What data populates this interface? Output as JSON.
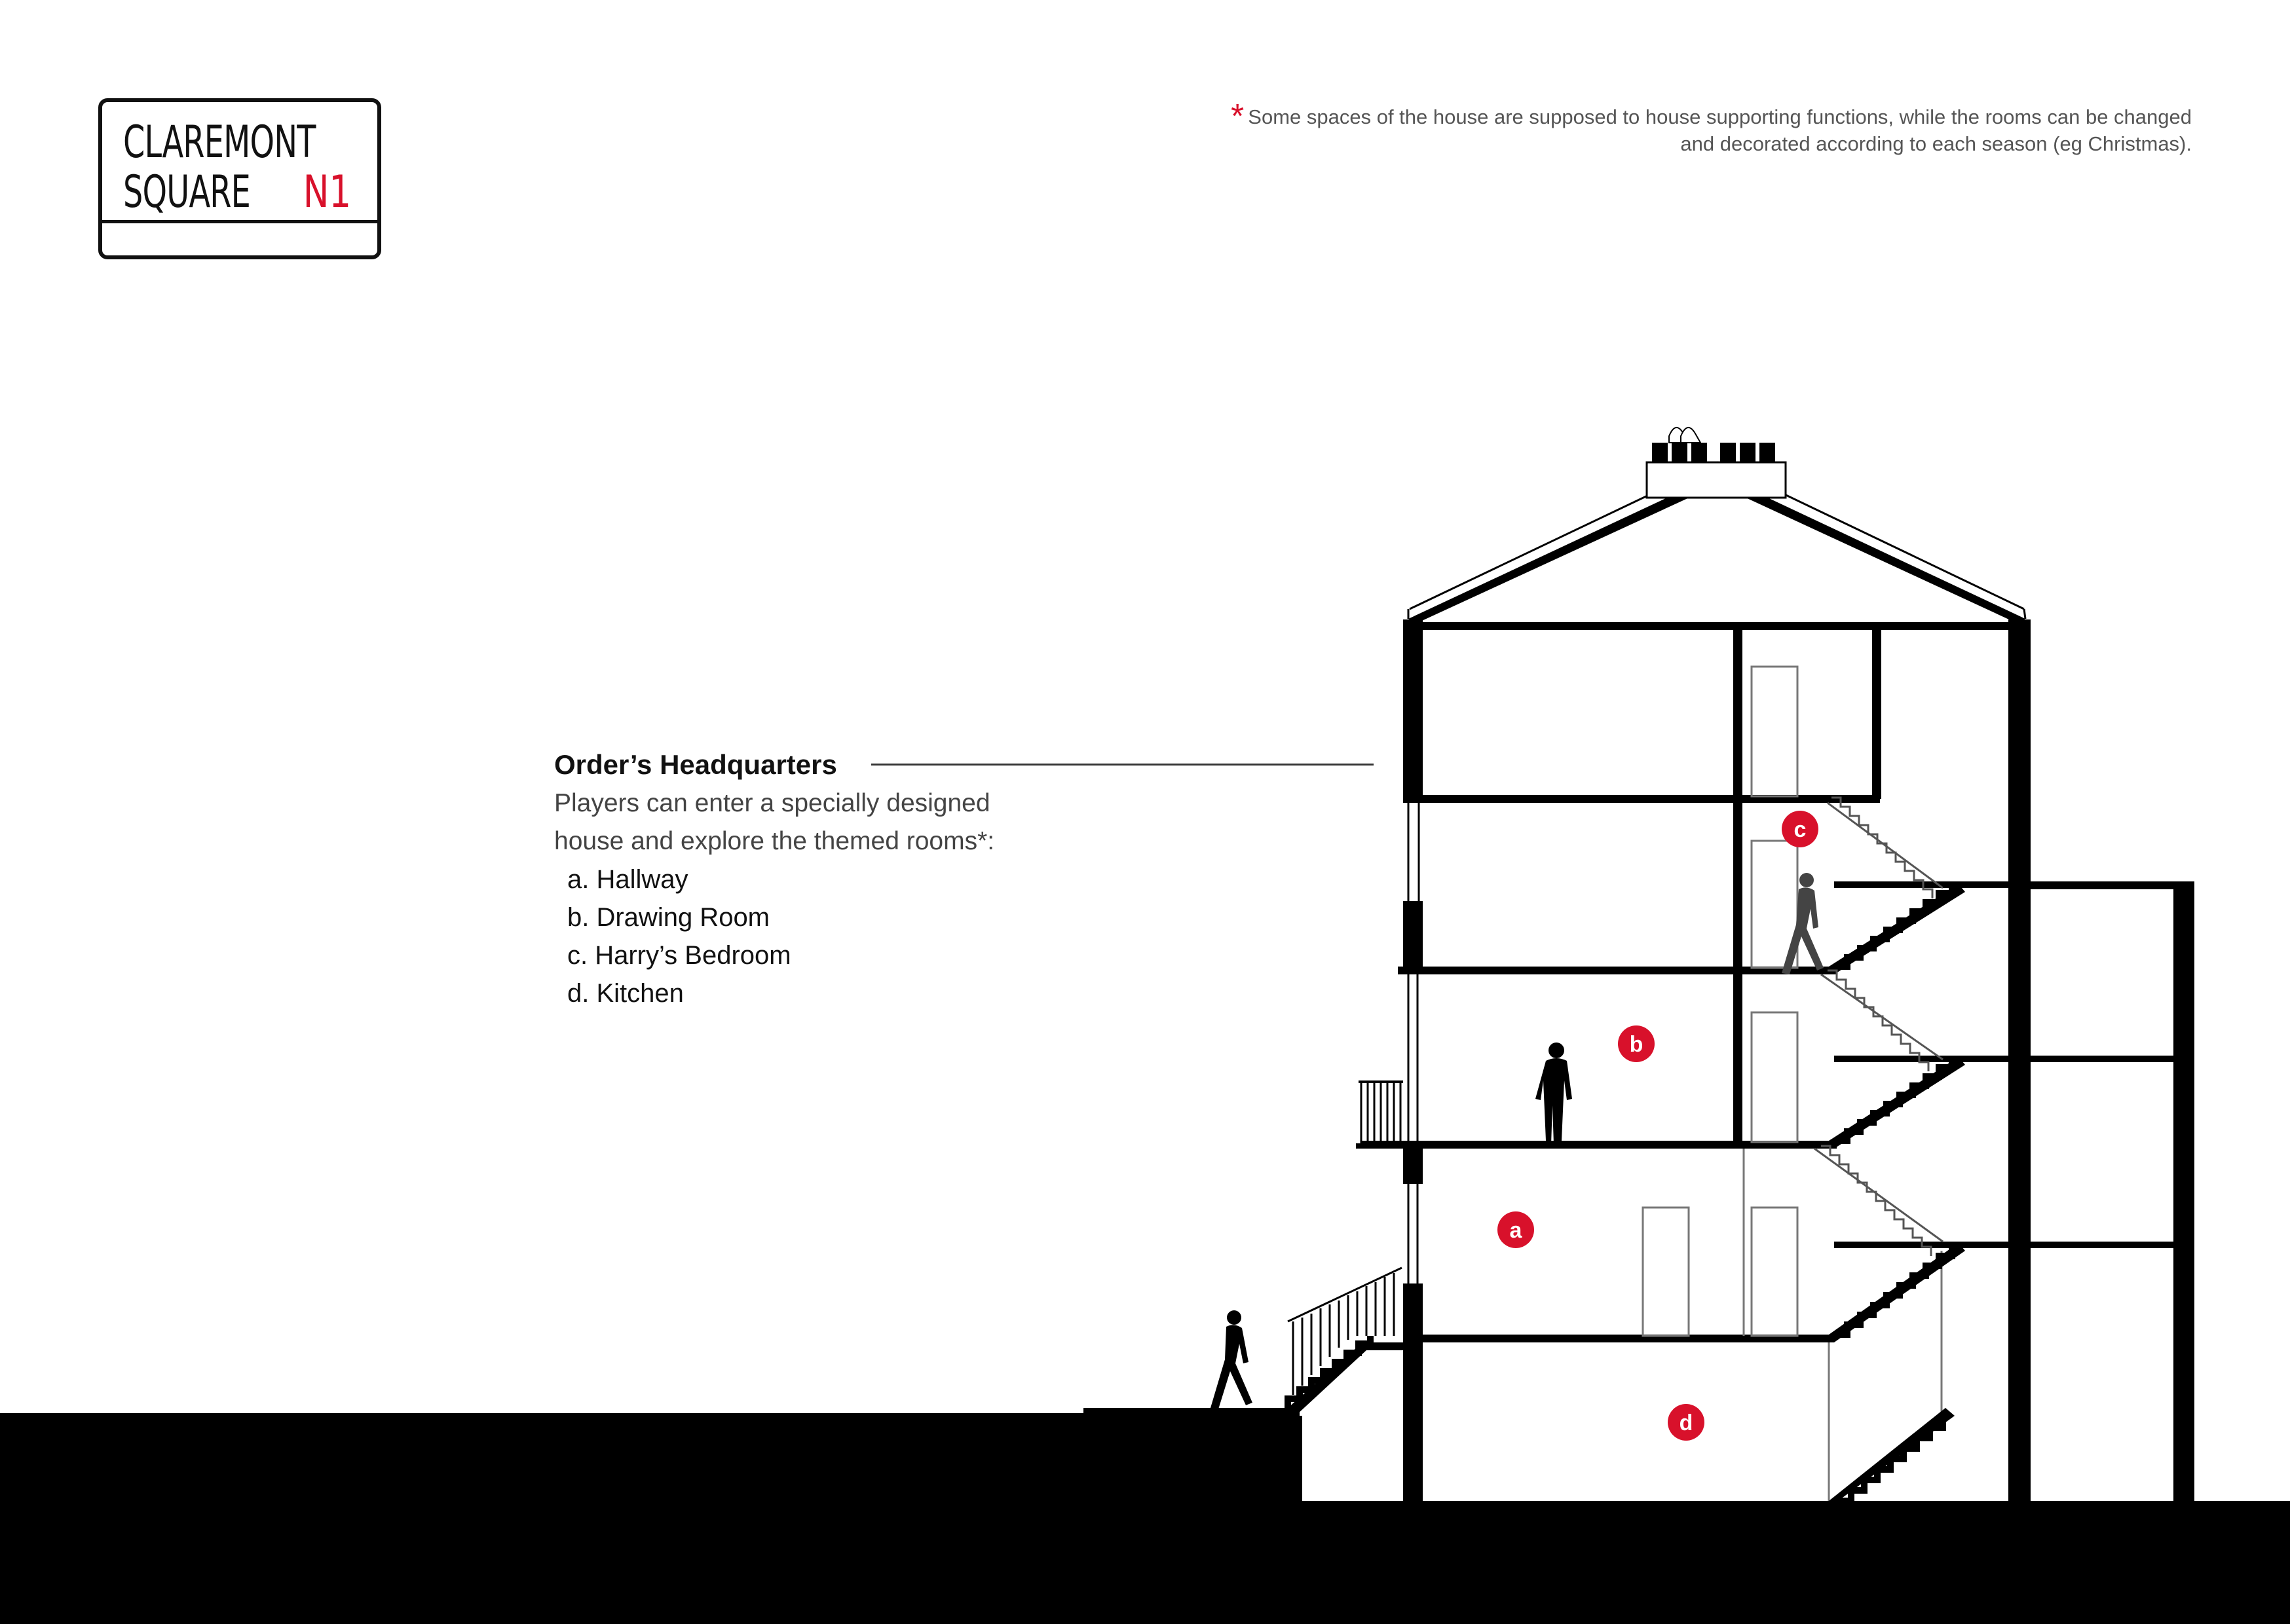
{
  "sign": {
    "line1": "CLAREMONT",
    "line2": "SQUARE",
    "postcode": "N1"
  },
  "footnote": {
    "marker": "*",
    "text": "Some spaces of the house are supposed to house supporting functions, while the rooms can be changed and decorated according to each season (eg Christmas)."
  },
  "description": {
    "title": "Order’s Headquarters",
    "body": "Players can enter a specially designed house and explore the themed rooms*:",
    "rooms": [
      "a. Hallway",
      "b. Drawing Room",
      "c. Harry’s Bedroom",
      "d. Kitchen"
    ]
  },
  "markers": {
    "a": "a",
    "b": "b",
    "c": "c",
    "d": "d"
  },
  "colors": {
    "accent": "#d8112b",
    "ink": "#000000",
    "muted": "#555555"
  }
}
